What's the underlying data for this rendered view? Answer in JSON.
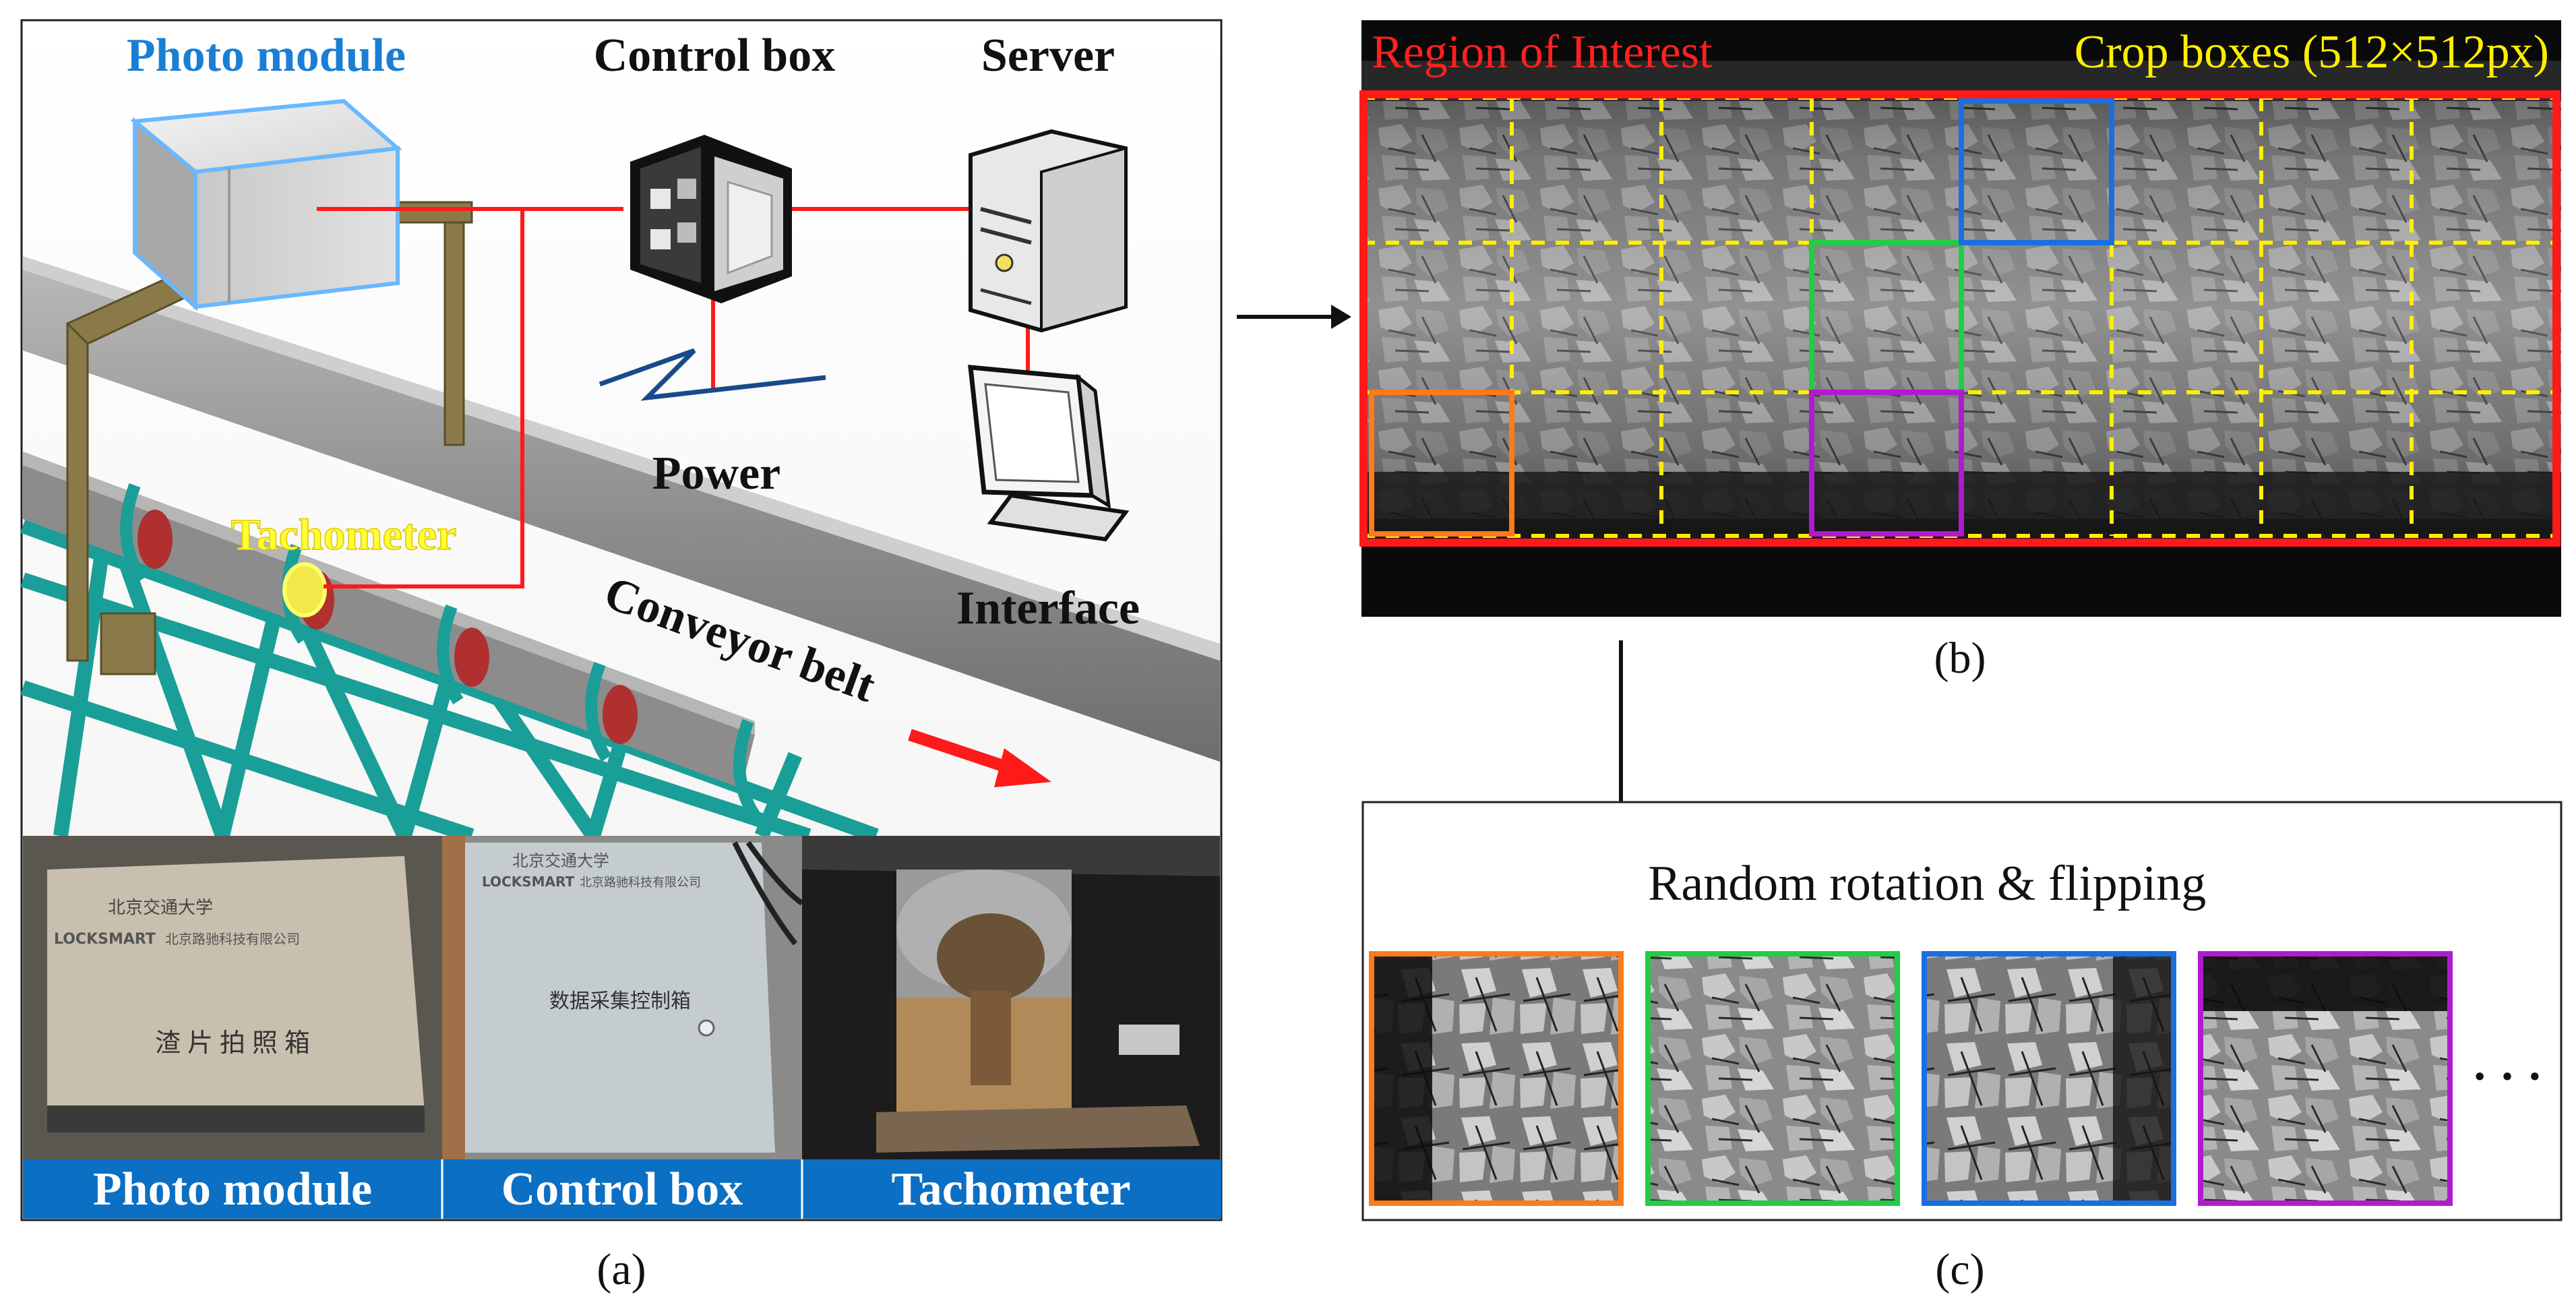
{
  "panel_a": {
    "caption": "(a)",
    "labels": {
      "photo_module": "Photo module",
      "control_box": "Control box",
      "server": "Server",
      "power": "Power",
      "interface": "Interface",
      "tachometer": "Tachometer",
      "conveyor_belt": "Conveyor belt"
    },
    "photo_labels": [
      "Photo module",
      "Control box",
      "Tachometer"
    ],
    "photo_box_text": {
      "photo_module_header": "北京交通大学",
      "photo_module_brand": "LOCKSMART",
      "photo_module_company": "北京路驰科技有限公司",
      "photo_module_name": "渣片拍照箱",
      "control_box_header": "北京交通大学",
      "control_box_brand": "LOCKSMART",
      "control_box_company": "北京路驰科技有限公司",
      "control_box_name": "数据采集控制箱"
    }
  },
  "panel_b": {
    "caption": "(b)",
    "roi_label": "Region of Interest",
    "crop_label": "Crop boxes (512×512px)"
  },
  "panel_c": {
    "caption": "(c)",
    "title": "Random rotation & flipping",
    "ellipsis": "· · ·"
  },
  "colors": {
    "photo_module_label": "#1a7fd4",
    "tachometer_label": "#ffff33",
    "roi": "#ff1a1a",
    "crop_grid": "#ffee00",
    "orange": "#ff7a1a",
    "green": "#22cc44",
    "blue": "#1a6fe0",
    "purple": "#b01ad0",
    "label_bar": "#0b6fc4",
    "frame": "#1aa6a0"
  }
}
